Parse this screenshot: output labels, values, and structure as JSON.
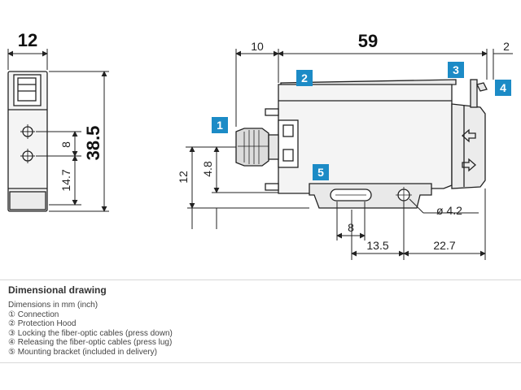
{
  "colors": {
    "badge": "#1c8bc6",
    "body": "#f4f4f4",
    "line": "#222222"
  },
  "dimensions": {
    "width": "12",
    "height": "38.5",
    "front_upper": "8",
    "front_lower": "14.7",
    "offset": "10",
    "length": "59",
    "top_right": "2",
    "side_12": "12",
    "side_48": "4.8",
    "slot": "8",
    "hole_diameter": "ø 4.2",
    "hole_pos": "13.5",
    "hole_end": "22.7"
  },
  "badges": [
    "1",
    "2",
    "3",
    "4",
    "5"
  ],
  "caption": {
    "title": "Dimensional drawing",
    "units": "Dimensions in mm (inch)",
    "items": [
      "① Connection",
      "② Protection Hood",
      "③ Locking the fiber-optic cables (press down)",
      "④ Releasing the fiber-optic cables (press lug)",
      "⑤ Mounting bracket (included in delivery)"
    ]
  }
}
